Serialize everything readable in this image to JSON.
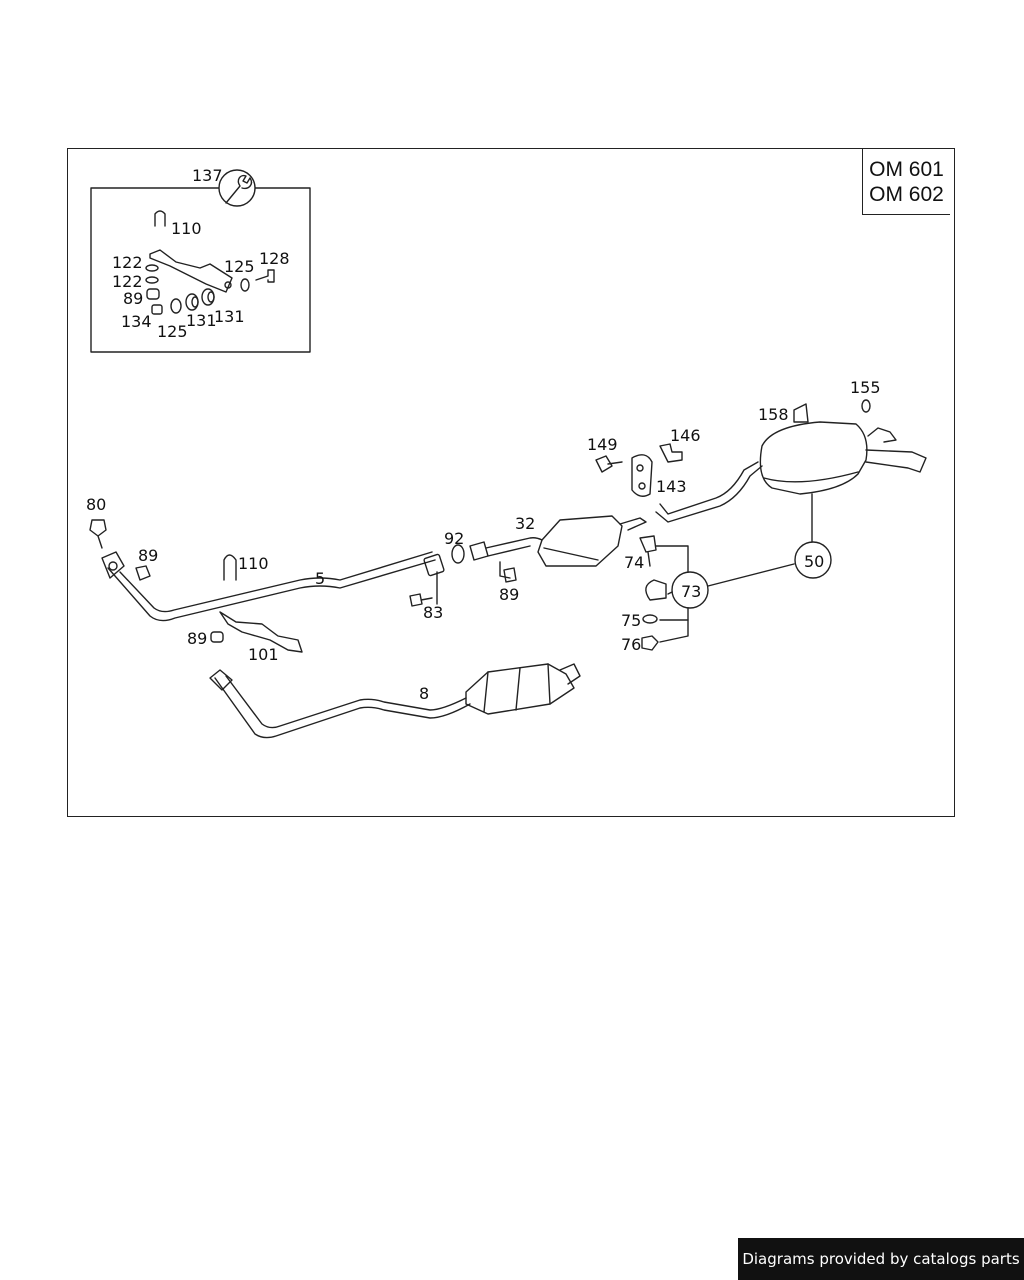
{
  "engine_codes": [
    "OM 601",
    "OM 602"
  ],
  "footer_text": "Diagrams provided by catalogs parts",
  "callouts": {
    "c137": "137",
    "c110a": "110",
    "c122a": "122",
    "c122b": "122",
    "c89a": "89",
    "c134": "134",
    "c125a": "125",
    "c131a": "131",
    "c131b": "131",
    "c125b": "125",
    "c128": "128",
    "c80": "80",
    "c89b": "89",
    "c110b": "110",
    "c5": "5",
    "c83": "83",
    "c89c": "89",
    "c101": "101",
    "c8": "8",
    "c92": "92",
    "c32": "32",
    "c89d": "89",
    "c149": "149",
    "c146": "146",
    "c143": "143",
    "c158": "158",
    "c155": "155",
    "c74": "74",
    "c73": "73",
    "c75": "75",
    "c76": "76",
    "c50": "50"
  }
}
